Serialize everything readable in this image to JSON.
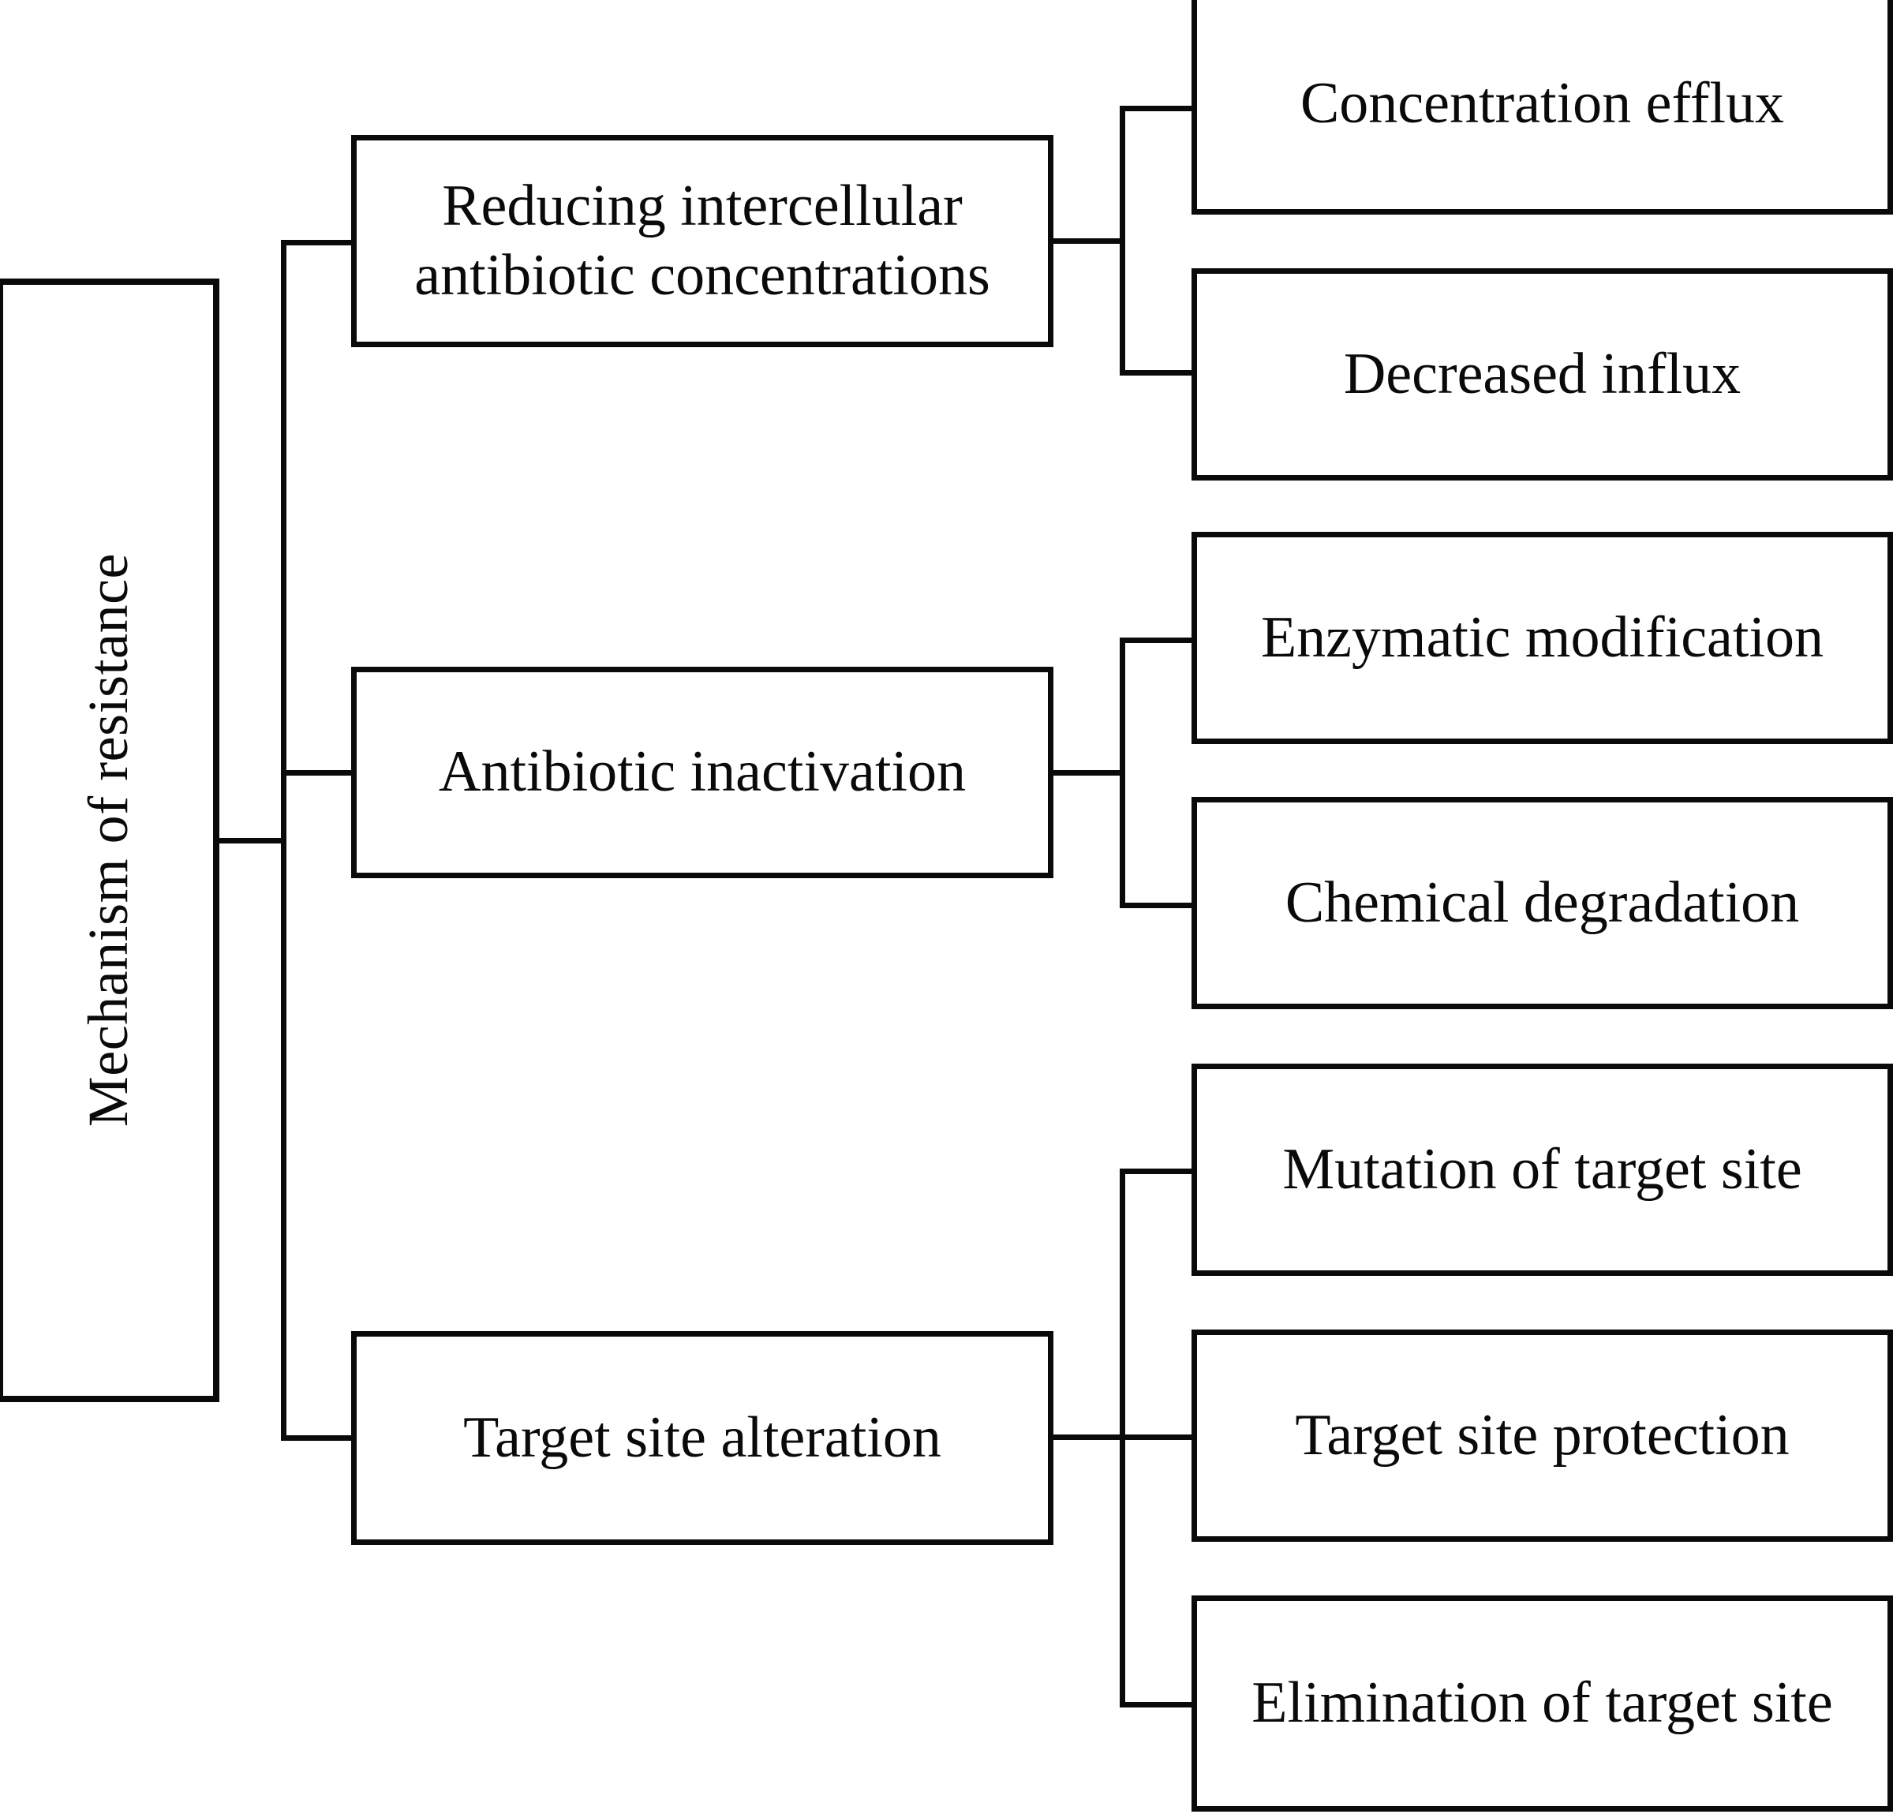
{
  "diagram": {
    "type": "hierarchy-tree",
    "orientation": "left-to-right",
    "title_visible": false,
    "colors": {
      "background": "#ffffff",
      "box_border": "#0a0a0a",
      "connector": "#0a0a0a",
      "text": "#0a0a0a"
    },
    "root": {
      "label": "Mechanism of resistance",
      "text_orientation": "vertical-bottom-to-top"
    },
    "branches": [
      {
        "label": "Reducing intercellular antibiotic concentrations",
        "children": [
          {
            "label": "Concentration efflux"
          },
          {
            "label": "Decreased influx"
          }
        ]
      },
      {
        "label": "Antibiotic inactivation",
        "children": [
          {
            "label": "Enzymatic modification"
          },
          {
            "label": "Chemical degradation"
          }
        ]
      },
      {
        "label": "Target site alteration",
        "children": [
          {
            "label": "Mutation of target site"
          },
          {
            "label": "Target site protection"
          },
          {
            "label": "Elimination of target site"
          }
        ]
      }
    ]
  }
}
